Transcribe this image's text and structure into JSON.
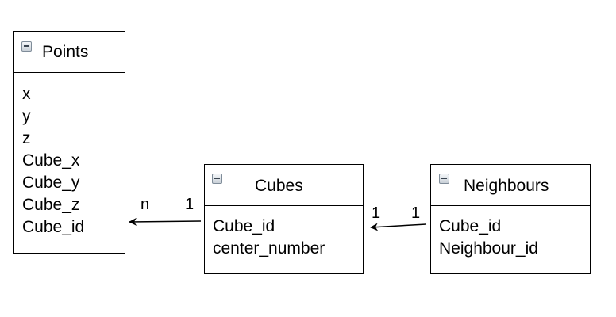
{
  "entities": {
    "points": {
      "title": "Points",
      "fields": [
        "x",
        "y",
        "z",
        "Cube_x",
        "Cube_y",
        "Cube_z",
        "Cube_id"
      ]
    },
    "cubes": {
      "title": "Cubes",
      "fields": [
        "Cube_id",
        "center_number"
      ]
    },
    "neighbours": {
      "title": "Neighbours",
      "fields": [
        "Cube_id",
        "Neighbour_id"
      ]
    }
  },
  "relations": {
    "cubes_to_points": {
      "from_multiplicity": "1",
      "to_multiplicity": "n"
    },
    "neighbours_to_cubes": {
      "from_multiplicity": "1",
      "to_multiplicity": "1"
    }
  }
}
